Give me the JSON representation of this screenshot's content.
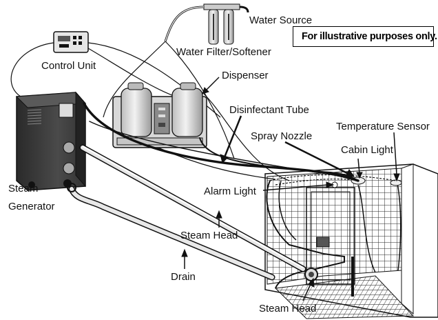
{
  "disclaimer": "For illustrative purposes only.",
  "labels": {
    "water_source": "Water Source",
    "water_filter": "Water Filter/Softener",
    "control_unit": "Control Unit",
    "dispenser": "Dispenser",
    "disinfectant_tube": "Disinfectant Tube",
    "spray_nozzle": "Spray Nozzle",
    "temperature_sensor": "Temperature Sensor",
    "cabin_light": "Cabin Light",
    "steam_line1": "Steam",
    "steam_line2": "Generator",
    "alarm_light": "Alarm Light",
    "steam_head_upper": "Steam Head",
    "drain": "Drain",
    "steam_head_lower": "Steam Head"
  },
  "colors": {
    "ink": "#111111",
    "generator_body": "#3a3a3a",
    "dispenser_body": "#d8d8d8"
  },
  "icons": [
    "warning-triangle-icon"
  ]
}
